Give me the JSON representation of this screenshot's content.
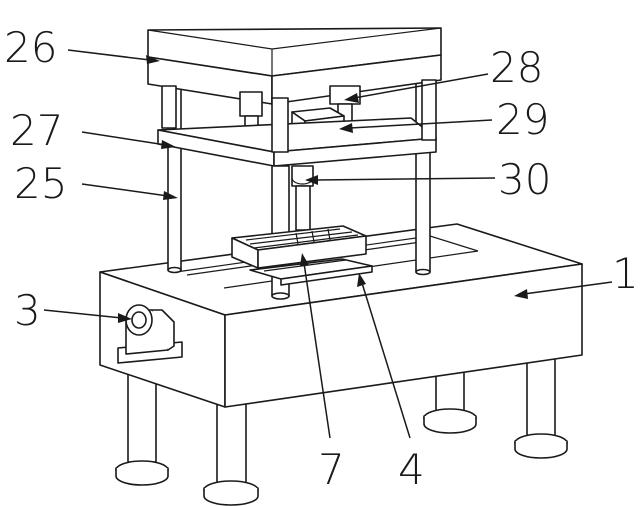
{
  "labels": {
    "l26": "26",
    "l28": "28",
    "l27": "27",
    "l29": "29",
    "l25": "25",
    "l30": "30",
    "l1": "1",
    "l3": "3",
    "l7": "7",
    "l4": "4"
  }
}
